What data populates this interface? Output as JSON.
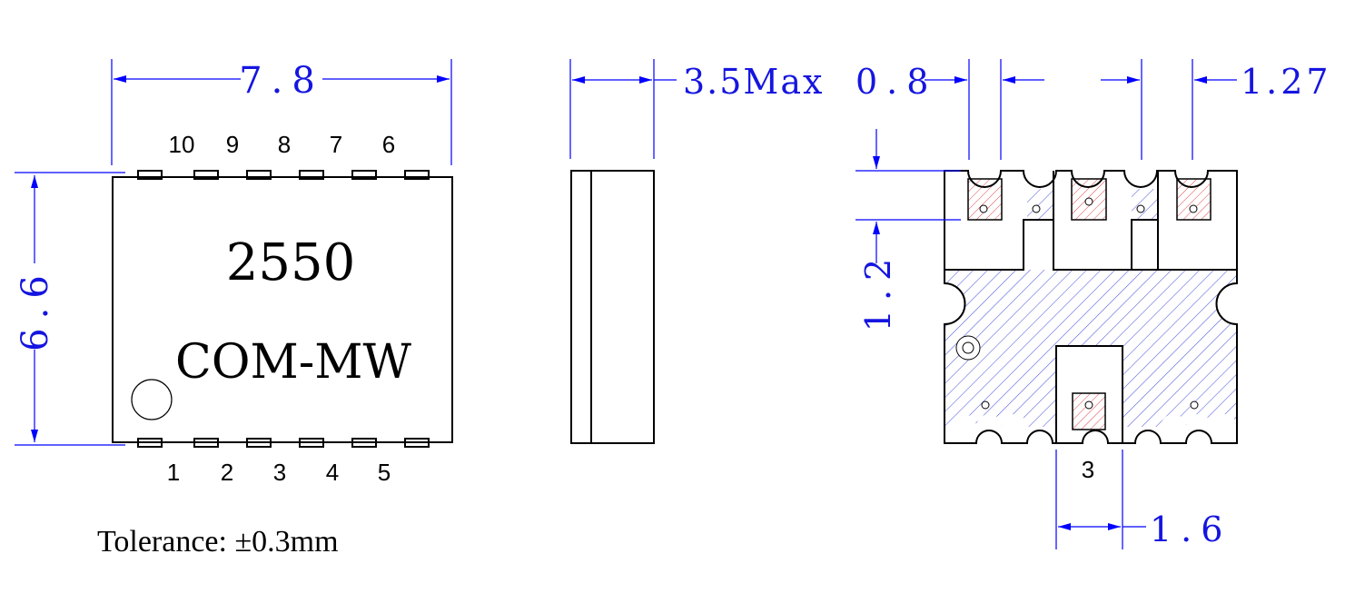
{
  "top_view": {
    "width_dim": "7.8",
    "height_dim": "6.6",
    "part_number": "2550",
    "brand": "COM-MW",
    "pins_top": [
      "10",
      "9",
      "8",
      "7",
      "6"
    ],
    "pins_bottom": [
      "1",
      "2",
      "3",
      "4",
      "5"
    ]
  },
  "side_view": {
    "thickness_dim": "3.5Max"
  },
  "footprint_view": {
    "pad_width_dim": "0.8",
    "pitch_dim": "1.27",
    "pad_length_dim": "1.2",
    "center_pad_dim": "1.6",
    "pin_label": "3"
  },
  "tolerance": "Tolerance: ±0.3mm",
  "colors": {
    "dimension": "#0000ff",
    "dimension_text": "#1515e0",
    "outline": "#000000",
    "ground_hatch": "#4f5ad8",
    "pad_hatch": "#e04848"
  }
}
